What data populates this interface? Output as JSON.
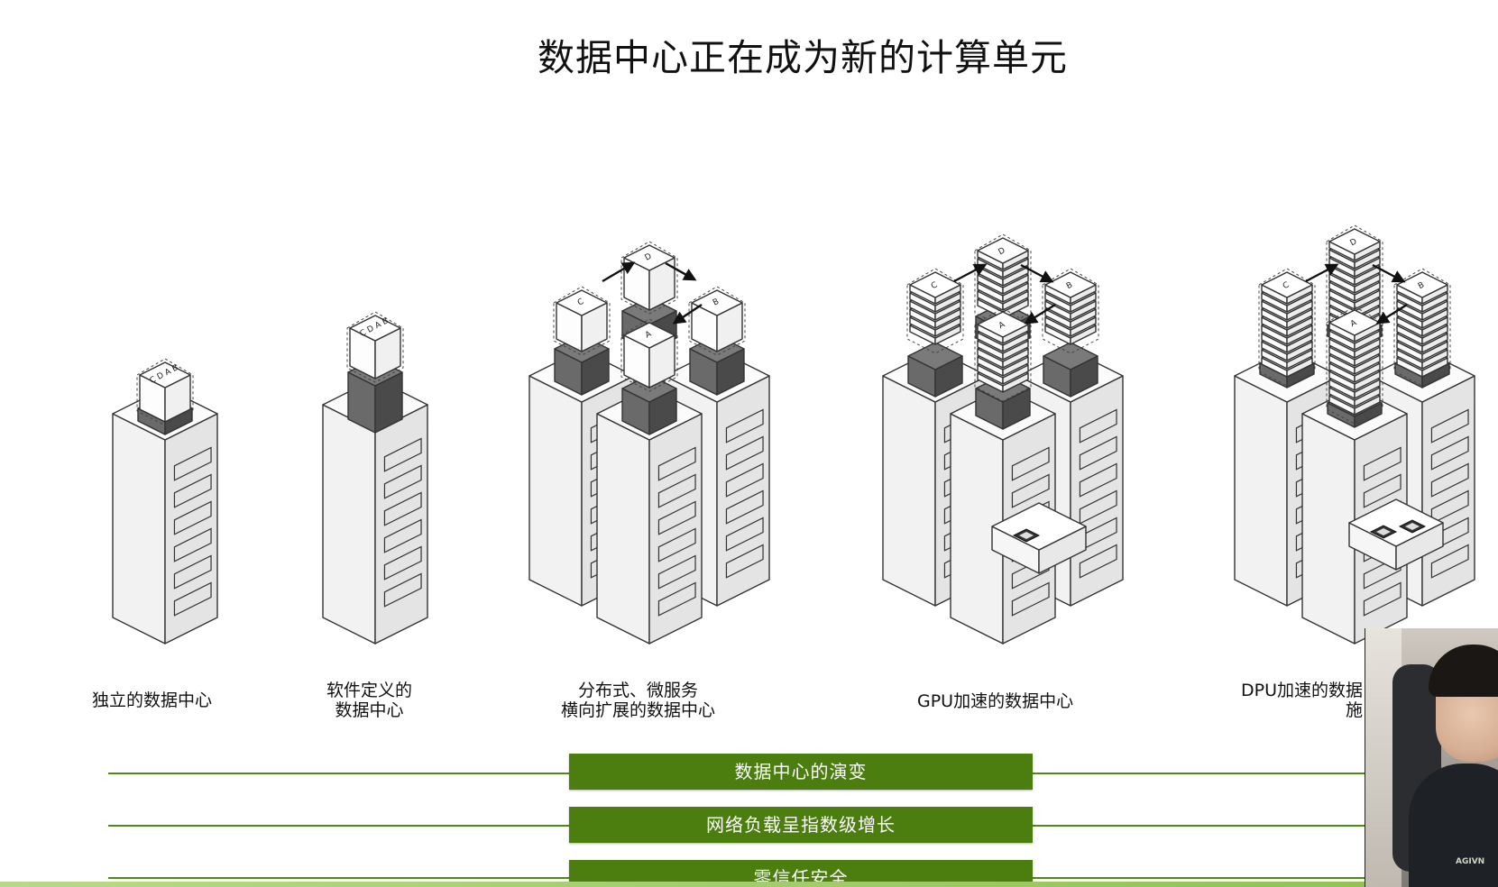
{
  "slide": {
    "title": "数据中心正在成为新的计算单元",
    "stages": [
      {
        "lines": [
          "独立的数据中心"
        ]
      },
      {
        "lines": [
          "软件定义的",
          "数据中心"
        ]
      },
      {
        "lines": [
          "分布式、微服务",
          "横向扩展的数据中心"
        ]
      },
      {
        "lines": [
          "GPU加速的数据中心"
        ]
      },
      {
        "lines": [
          "DPU加速的数据",
          "施"
        ]
      }
    ],
    "workload_labels": [
      "C",
      "D",
      "A",
      "B"
    ],
    "bars": [
      "数据中心的演变",
      "网络负载呈指数级增长",
      "零信任安全"
    ]
  },
  "webcam": {
    "logo_text": "AGIVN"
  },
  "colors": {
    "accent_green": "#4b7d0f",
    "rule_green": "#4e8a12",
    "tower_face": "#f2f2f2",
    "tower_side": "#e4e4e4",
    "dark_block": "#555555",
    "outline": "#333333"
  }
}
